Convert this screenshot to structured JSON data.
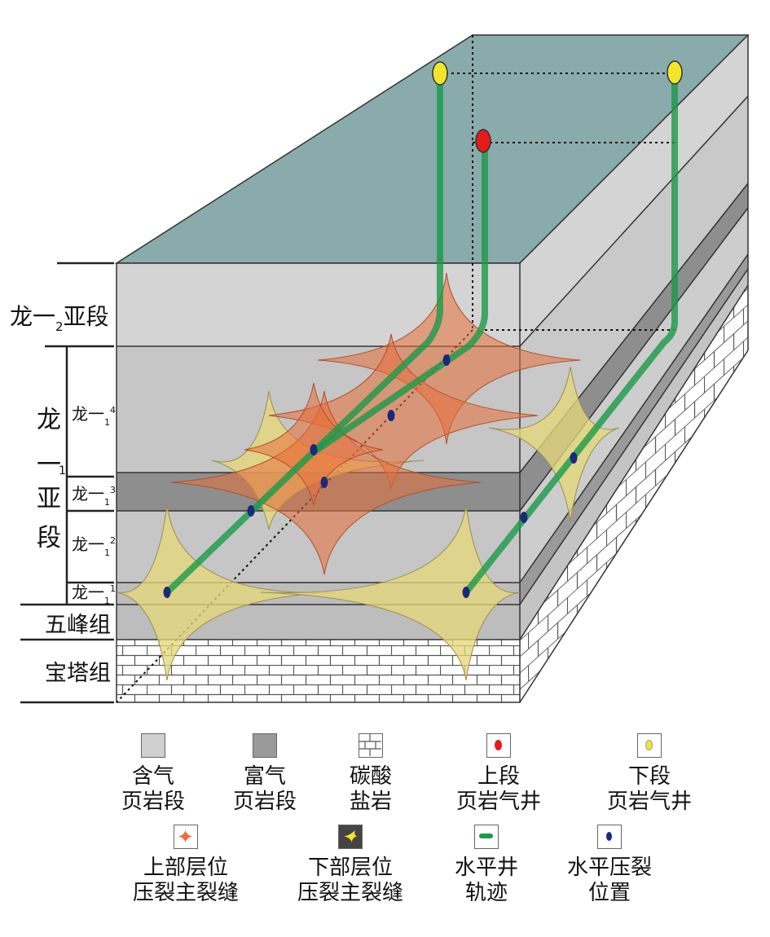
{
  "colors": {
    "top_face": "#8aabab",
    "gas_shale": "#cfcfcf",
    "rich_shale": "#9a9a9a",
    "carbonate": "#ffffff",
    "upper_well": "#e31b1b",
    "lower_well": "#f2e62a",
    "upper_frac": "#e8703a",
    "lower_frac": "#e6d77a",
    "trajectory": "#1a9a4a",
    "frac_point": "#1a2a7a"
  },
  "left_labels": {
    "long1_2": {
      "main": "龙一",
      "sub": "2",
      "tail": "亚段"
    },
    "long1_1_vertical": [
      "龙",
      "一",
      "亚",
      "段"
    ],
    "long1_1_sub": "1",
    "sublayers": [
      {
        "main": "龙一",
        "sub": "1",
        "sup": "4"
      },
      {
        "main": "龙一",
        "sub": "1",
        "sup": "3"
      },
      {
        "main": "龙一",
        "sub": "1",
        "sup": "2"
      },
      {
        "main": "龙一",
        "sub": "1",
        "sup": "1"
      }
    ],
    "wufeng": "五峰组",
    "baota": "宝塔组"
  },
  "legend": [
    {
      "icon": "gas-shale-swatch",
      "line1": "含气",
      "line2": "页岩段"
    },
    {
      "icon": "rich-shale-swatch",
      "line1": "富气",
      "line2": "页岩段"
    },
    {
      "icon": "carbonate-swatch",
      "line1": "碳酸",
      "line2": "盐岩"
    },
    {
      "icon": "upper-well-swatch",
      "line1": "上段",
      "line2": "页岩气井"
    },
    {
      "icon": "lower-well-swatch",
      "line1": "下段",
      "line2": "页岩气井"
    },
    {
      "icon": "upper-fracture-swatch",
      "line1": "上部层位",
      "line2": "压裂主裂缝"
    },
    {
      "icon": "lower-fracture-swatch",
      "line1": "下部层位",
      "line2": "压裂主裂缝"
    },
    {
      "icon": "trajectory-swatch",
      "line1": "水平井",
      "line2": "轨迹"
    },
    {
      "icon": "frac-point-swatch",
      "line1": "水平压裂",
      "line2": "位置"
    }
  ]
}
